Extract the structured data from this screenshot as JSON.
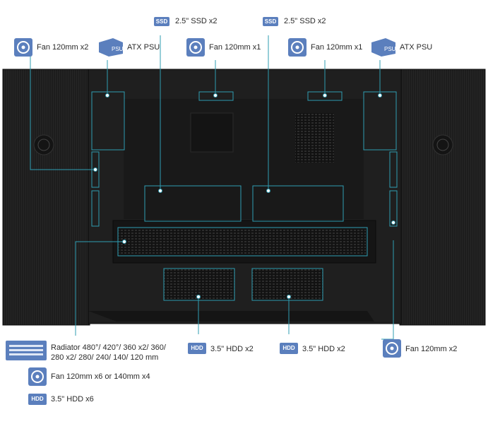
{
  "labels": {
    "fan_top_left": "Fan 120mm x2",
    "psu_left": "ATX PSU",
    "ssd_left": "2.5\" SSD x2",
    "fan_center_left": "Fan 120mm x1",
    "ssd_right": "2.5\" SSD x2",
    "fan_center_right": "Fan 120mm x1",
    "psu_right": "ATX PSU",
    "radiator_line1": "Radiator 480°/ 420°/ 360 x2/ 360/",
    "radiator_line2": "280 x2/ 280/ 240/ 140/ 120 mm",
    "fan_bottom_left": "Fan 120mm x6 or 140mm x4",
    "hdd_bottom_left": "3.5\" HDD x6",
    "hdd_center_left": "3.5\" HDD x2",
    "hdd_center_right": "3.5\" HDD x2",
    "fan_bottom_right": "Fan 120mm x2"
  },
  "badges": {
    "ssd": "SSD",
    "hdd": "HDD",
    "psu": "PSU"
  },
  "colors": {
    "accent": "#5b7fbd",
    "callout_line": "#2f9db2",
    "case_dark": "#1b1b1b"
  },
  "icons": [
    "fan-icon",
    "psu-icon",
    "ssd-icon",
    "hdd-icon",
    "radiator-icon"
  ]
}
